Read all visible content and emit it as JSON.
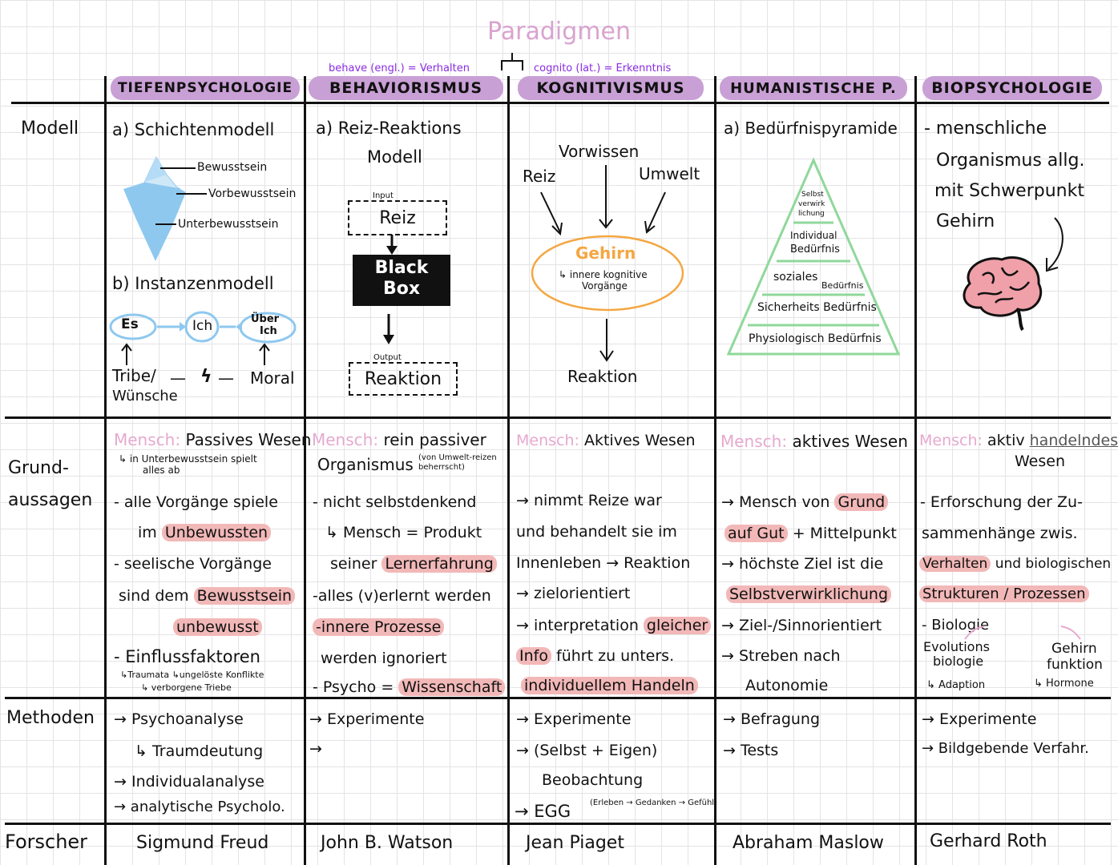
{
  "title": "Paradigmen",
  "top_notes": {
    "behave": "behave (engl.) = Verhalten",
    "cognito": "cognito (lat.) = Erkenntnis"
  },
  "columns": [
    "TIEFENPSYCHOLOGIE",
    "BEHAVIORISMUS",
    "KOGNITIVISMUS",
    "HUMANISTISCHE P.",
    "BIOPSYCHOLOGIE"
  ],
  "rows": {
    "modell": "Modell",
    "grundaussagen_1": "Grund-",
    "grundaussagen_2": "aussagen",
    "methoden": "Methoden",
    "forscher": "Forscher"
  },
  "modell": {
    "tiefen": {
      "a": "a) Schichtenmodell",
      "bewusstsein": "Bewusstsein",
      "vorbewusstsein": "Vorbewusstsein",
      "unterbewusstsein": "Unterbewusstsein",
      "b": "b) Instanzenmodell",
      "es": "Es",
      "ich": "Ich",
      "ueber1": "Über",
      "ueber2": "Ich",
      "triebe1": "Tribe/",
      "triebe2": "Wünsche",
      "moral": "Moral",
      "blitz": "ϟ"
    },
    "behav": {
      "a1": "a) Reiz-Reaktions",
      "a2": "Modell",
      "input": "Input",
      "reiz": "Reiz",
      "bb1": "Black",
      "bb2": "Box",
      "output": "Output",
      "reaktion": "Reaktion"
    },
    "kogn": {
      "vorwissen": "Vorwissen",
      "reiz": "Reiz",
      "umwelt": "Umwelt",
      "gehirn": "Gehirn",
      "innere1": "↳ innere kognitive",
      "innere2": "Vorgänge",
      "reaktion": "Reaktion"
    },
    "human": {
      "a": "a) Bedürfnispyramide",
      "l1a": "Selbst",
      "l1b": "verwirk",
      "l1c": "lichung",
      "l2a": "Individual",
      "l2b": "Bedürfnis",
      "l3a": "soziales",
      "l3b": "Bedürfnis",
      "l4": "Sicherheits Bedürfnis",
      "l5": "Physiologisch Bedürfnis"
    },
    "bio": {
      "l1": "- menschliche",
      "l2": "Organismus allg.",
      "l3": "mit Schwerpunkt",
      "l4": "Gehirn"
    }
  },
  "grund": {
    "tiefen": {
      "mensch": "Mensch:",
      "head": "Passives Wesen",
      "sub1": "↳ in Unterbewusstsein spielt",
      "sub2": "alles ab",
      "p1": "- alle Vorgänge spiele",
      "p2": "im",
      "p2h": "Unbewussten",
      "p3": "- seelische Vorgänge",
      "p4": "sind dem",
      "p4h": "Bewusstsein",
      "p5h": "unbewusst",
      "p6": "- Einflussfaktoren",
      "p7": "↳Traumata  ↳ungelöste Konflikte",
      "p8": "↳ verborgene Triebe"
    },
    "behav": {
      "mensch": "Mensch:",
      "head": "rein passiver",
      "head2": "Organismus",
      "sub": "(von Umwelt-reizen beherrscht)",
      "p1": "- nicht selbstdenkend",
      "p2": "↳ Mensch = Produkt",
      "p3": "seiner",
      "p3h": "Lernerfahrung",
      "p4": "-alles (v)erlernt werden",
      "p5h": "-innere Prozesse",
      "p6": "werden ignoriert",
      "p7": "- Psycho =",
      "p7h": "Wissenschaft"
    },
    "kogn": {
      "mensch": "Mensch:",
      "head": "Aktives Wesen",
      "p1": "→ nimmt Reize war",
      "p2": "und behandelt sie im",
      "p3": "Innenleben → Reaktion",
      "p4": "→ zielorientiert",
      "p5": "→ interpretation",
      "p5h": "gleicher",
      "p6h": "Info",
      "p6": "führt zu unters.",
      "p7h": "individuellem Handeln"
    },
    "human": {
      "mensch": "Mensch:",
      "head": "aktives Wesen",
      "p1": "→ Mensch von",
      "p1h": "Grund",
      "p2h": "auf Gut",
      "p2": "+ Mittelpunkt",
      "p3": "→ höchste Ziel ist die",
      "p4h": "Selbstverwirklichung",
      "p5": "→ Ziel-/Sinnorientiert",
      "p6": "→ Streben nach",
      "p7": "Autonomie"
    },
    "bio": {
      "mensch": "Mensch:",
      "head": "aktiv",
      "head_u": "handelndes",
      "head2": "Wesen",
      "p1": "- Erforschung der Zu-",
      "p2": "sammenhänge zwis.",
      "p3h": "Verhalten",
      "p3": "und biologischen",
      "p4h": "Strukturen / Prozessen",
      "p5": "- Biologie",
      "evo1": "Evolutions",
      "evo2": "biologie",
      "adapt": "↳ Adaption",
      "geh1": "Gehirn",
      "geh2": "funktion",
      "horm": "↳ Hormone"
    }
  },
  "methoden": {
    "tiefen": [
      "→ Psychoanalyse",
      "↳ Traumdeutung",
      "→ Individualanalyse",
      "→ analytische Psycholo."
    ],
    "behav": [
      "→ Experimente",
      "→"
    ],
    "kogn": [
      "→ Experimente",
      "→ (Selbst + Eigen)",
      "Beobachtung",
      "→ EGG",
      "(Erleben → Gedanken → Gefühl)"
    ],
    "human": [
      "→ Befragung",
      "→ Tests"
    ],
    "bio": [
      "→ Experimente",
      "→ Bildgebende Verfahr."
    ]
  },
  "forscher": [
    "Sigmund Freud",
    "John B. Watson",
    "Jean Piaget",
    "Abraham Maslow",
    "Gerhard Roth"
  ],
  "colors": {
    "header": "#c9a0d6",
    "highlight": "#f2b8b8",
    "mensch": "#e6a9cf",
    "iceberg": "#8ec8ef",
    "ellipse": "#f4a742",
    "pyramid": "#8fd89a",
    "brain": "#f0a0a8"
  }
}
